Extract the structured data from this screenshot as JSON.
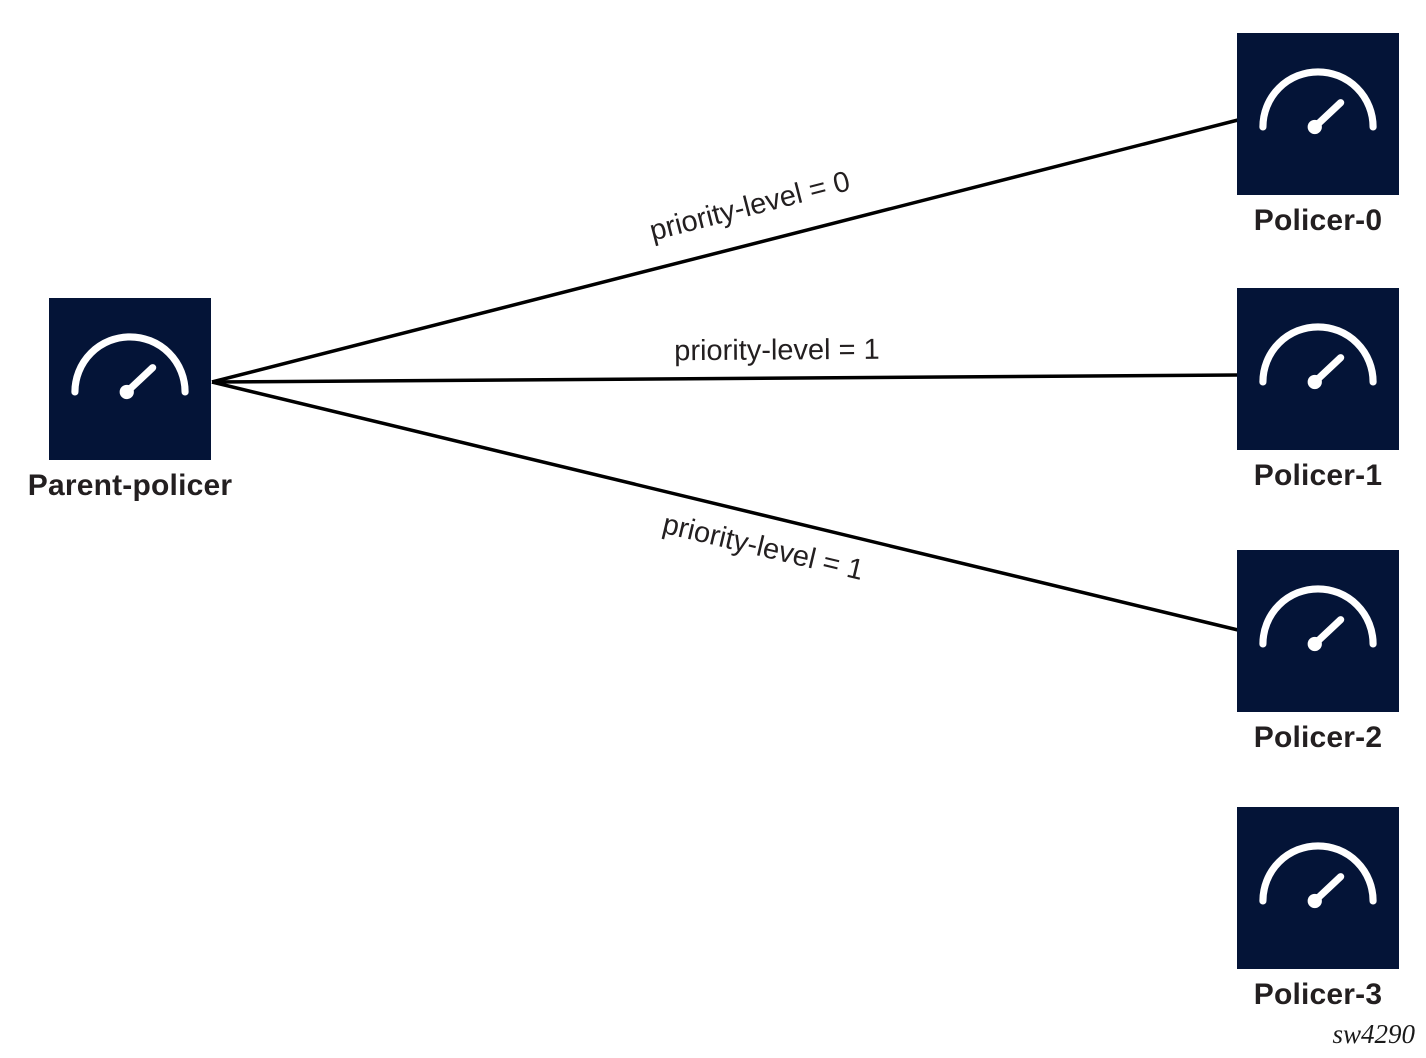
{
  "diagram": {
    "nodes": [
      {
        "id": "parent-policer",
        "label": "Parent-policer",
        "icon": "gauge-icon"
      },
      {
        "id": "policer-0",
        "label": "Policer-0",
        "icon": "gauge-icon"
      },
      {
        "id": "policer-1",
        "label": "Policer-1",
        "icon": "gauge-icon"
      },
      {
        "id": "policer-2",
        "label": "Policer-2",
        "icon": "gauge-icon"
      },
      {
        "id": "policer-3",
        "label": "Policer-3",
        "icon": "gauge-icon"
      }
    ],
    "edges": [
      {
        "from": "Parent-policer",
        "to": "Policer-0",
        "label": "priority-level = 0"
      },
      {
        "from": "Parent-policer",
        "to": "Policer-1",
        "label": "priority-level = 1"
      },
      {
        "from": "Parent-policer",
        "to": "Policer-2",
        "label": "priority-level = 1"
      }
    ],
    "watermark": "sw4290",
    "colors": {
      "node_fill": "#041437",
      "icon": "#ffffff",
      "edge_line": "#000000",
      "label_text": "#231f20"
    }
  }
}
